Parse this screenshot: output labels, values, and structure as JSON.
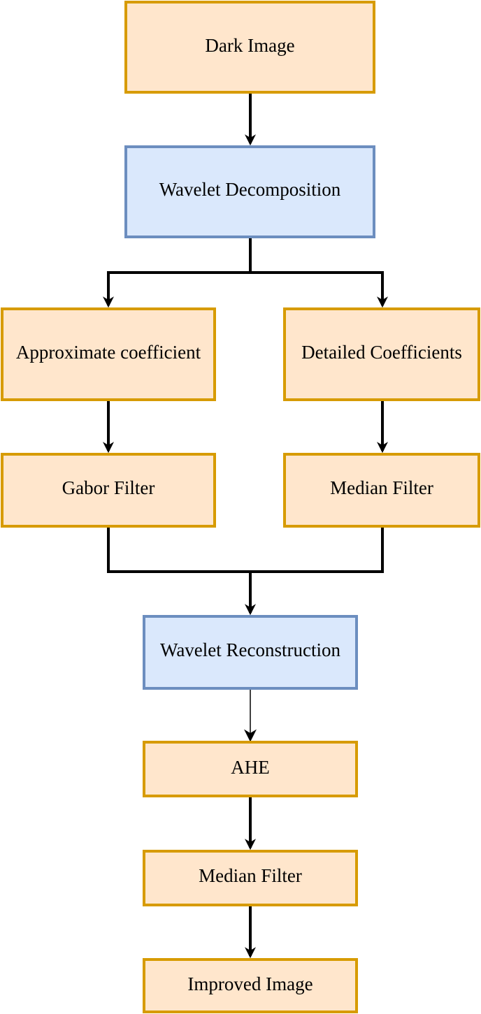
{
  "colors": {
    "process_fill": "#ffe6cc",
    "process_border": "#d79b00",
    "transform_fill": "#dae8fc",
    "transform_border": "#6c8ebf",
    "connector": "#000000"
  },
  "nodes": {
    "dark_image": {
      "label": "Dark Image",
      "kind": "process"
    },
    "wavelet_decomposition": {
      "label": "Wavelet Decomposition",
      "kind": "transform"
    },
    "approximate_coefficient": {
      "label": "Approximate coefficient",
      "kind": "process"
    },
    "detailed_coefficients": {
      "label": "Detailed Coefficients",
      "kind": "process"
    },
    "gabor_filter": {
      "label": "Gabor Filter",
      "kind": "process"
    },
    "median_filter_detail": {
      "label": "Median Filter",
      "kind": "process"
    },
    "wavelet_reconstruction": {
      "label": "Wavelet Reconstruction",
      "kind": "transform"
    },
    "ahe": {
      "label": "AHE",
      "kind": "process"
    },
    "median_filter_final": {
      "label": "Median Filter",
      "kind": "process"
    },
    "improved_image": {
      "label": "Improved Image",
      "kind": "process"
    }
  },
  "edges": [
    {
      "from": "dark_image",
      "to": "wavelet_decomposition"
    },
    {
      "from": "wavelet_decomposition",
      "to": "approximate_coefficient"
    },
    {
      "from": "wavelet_decomposition",
      "to": "detailed_coefficients"
    },
    {
      "from": "approximate_coefficient",
      "to": "gabor_filter"
    },
    {
      "from": "detailed_coefficients",
      "to": "median_filter_detail"
    },
    {
      "from": "gabor_filter",
      "to": "wavelet_reconstruction"
    },
    {
      "from": "median_filter_detail",
      "to": "wavelet_reconstruction"
    },
    {
      "from": "wavelet_reconstruction",
      "to": "ahe"
    },
    {
      "from": "ahe",
      "to": "median_filter_final"
    },
    {
      "from": "median_filter_final",
      "to": "improved_image"
    }
  ]
}
